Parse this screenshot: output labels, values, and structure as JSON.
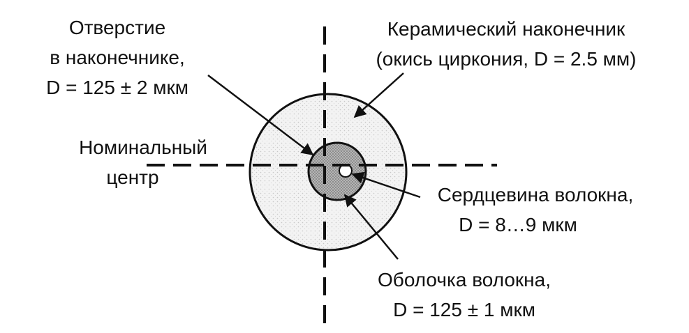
{
  "labels": {
    "hole": {
      "line1": "Отверстие",
      "line2": "в наконечнике,",
      "line3": "D = 125 ± 2 мкм"
    },
    "ferrule": {
      "line1": "Керамический наконечник",
      "line2": "(окись циркония, D  = 2.5 мм)"
    },
    "nominal_center": {
      "line1": "Номинальный",
      "line2": "центр"
    },
    "core": {
      "line1": "Сердцевина волокна,",
      "line2": "D =  8…9 мкм"
    },
    "cladding": {
      "line1": "Оболочка волокна,",
      "line2": "D  = 125  ± 1 мкм"
    }
  },
  "colors": {
    "ink": "#111111",
    "ferrule_fill": "#ededed",
    "cladding_fill": "#a9a9a9",
    "core_fill": "#ffffff"
  }
}
